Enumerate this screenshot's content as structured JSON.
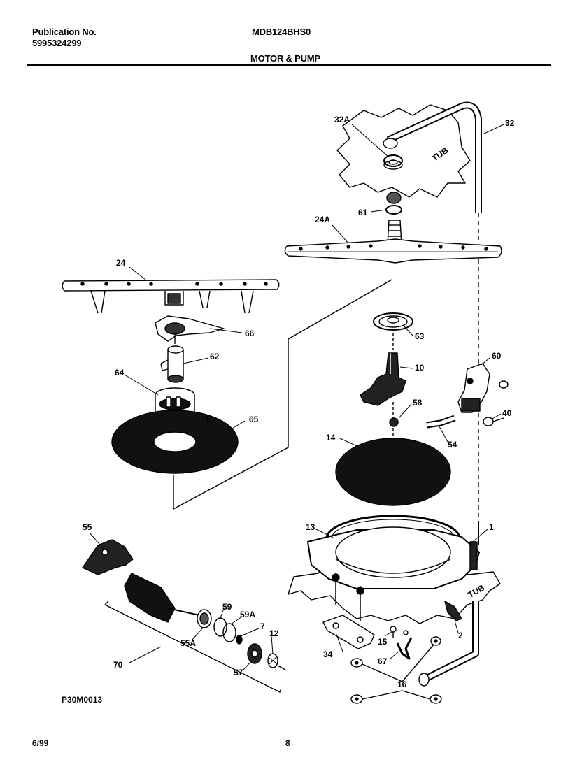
{
  "header": {
    "publication_label": "Publication No.",
    "publication_number": "5995324299",
    "model": "MDB124BHS0",
    "section_title": "MOTOR & PUMP"
  },
  "diagram": {
    "tub_label": "TUB",
    "code": "P30M0013",
    "callouts": {
      "c32A": "32A",
      "c32": "32",
      "c61": "61",
      "c24A": "24A",
      "c24": "24",
      "c66": "66",
      "c62": "62",
      "c64": "64",
      "c65": "65",
      "c63": "63",
      "c10": "10",
      "c60": "60",
      "c58": "58",
      "c40": "40",
      "c54": "54",
      "c14": "14",
      "c55": "55",
      "c13": "13",
      "c1": "1",
      "c59": "59",
      "c59A": "59A",
      "c7": "7",
      "c12": "12",
      "c55A": "55A",
      "c70": "70",
      "c57": "57",
      "c2": "2",
      "c15": "15",
      "c34": "34",
      "c67": "67",
      "c16": "16"
    }
  },
  "footer": {
    "date": "6/99",
    "page": "8"
  }
}
